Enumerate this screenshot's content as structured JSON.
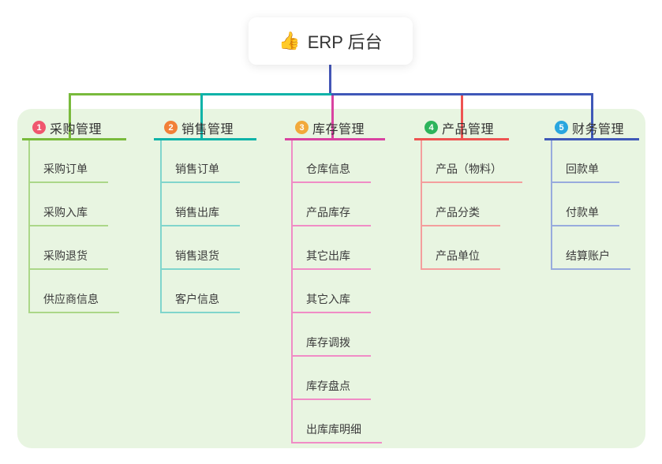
{
  "root": {
    "title": "ERP 后台",
    "icon": "thumbs-up-icon",
    "emoji": "👍",
    "connector_color": "#4456b7"
  },
  "canvas": {
    "background_color": "#ffffff",
    "panel_color": "#e8f5e1"
  },
  "branches": [
    {
      "num": "1",
      "label": "采购管理",
      "badge_color": "#f0566e",
      "line_color": "#79ba3c",
      "item_line_color": "#abd788",
      "items": [
        "采购订单",
        "采购入库",
        "采购退货",
        "供应商信息"
      ]
    },
    {
      "num": "2",
      "label": "销售管理",
      "badge_color": "#f28038",
      "line_color": "#0db3a8",
      "item_line_color": "#80d5cc",
      "items": [
        "销售订单",
        "销售出库",
        "销售退货",
        "客户信息"
      ]
    },
    {
      "num": "3",
      "label": "库存管理",
      "badge_color": "#f2a93b",
      "line_color": "#d943a1",
      "item_line_color": "#f08cc6",
      "items": [
        "仓库信息",
        "产品库存",
        "其它出库",
        "其它入库",
        "库存调拨",
        "库存盘点",
        "出库库明细"
      ]
    },
    {
      "num": "4",
      "label": "产品管理",
      "badge_color": "#2db45b",
      "line_color": "#ee5351",
      "item_line_color": "#f49e9d",
      "items": [
        "产品（物料）",
        "产品分类",
        "产品单位"
      ]
    },
    {
      "num": "5",
      "label": "财务管理",
      "badge_color": "#29a6df",
      "line_color": "#3f58b8",
      "item_line_color": "#98abdd",
      "items": [
        "回款单",
        "付款单",
        "结算账户"
      ]
    }
  ]
}
